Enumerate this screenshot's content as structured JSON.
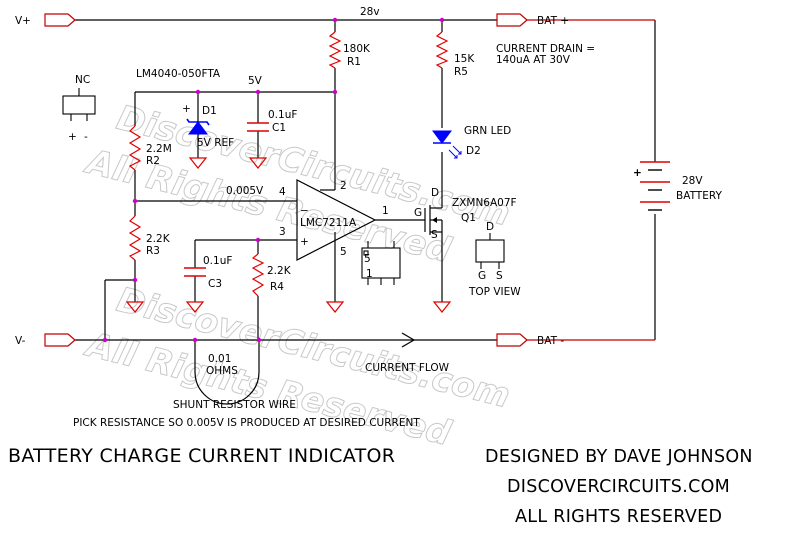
{
  "watermark": {
    "line1": "DiscoverCircuits.com",
    "line2": "All Rights Reserved"
  },
  "rails": {
    "vplus": "V+",
    "vminus": "V-",
    "top_voltage": "28v",
    "bat_plus": "BAT +",
    "bat_minus": "BAT -"
  },
  "notes": {
    "current_drain_1": "CURRENT DRAIN =",
    "current_drain_2": "140uA AT 30V",
    "current_flow": "CURRENT FLOW",
    "shunt_1": "SHUNT RESISTOR WIRE",
    "shunt_2": "PICK RESISTANCE SO 0.005V IS PRODUCED AT DESIRED CURRENT",
    "node_005": "0.005V",
    "node_5v": "5V",
    "lm4040": "LM4040-050FTA",
    "nc": "NC",
    "pkg_plus": "+",
    "pkg_minus": "-",
    "top_view": "TOP VIEW",
    "pin_d": "D",
    "pin_g": "G",
    "pin_s": "S",
    "pin_g2": "G",
    "pin_s2": "S",
    "pin_d2": "D",
    "ic_pin5": "5",
    "ic_pin1": "1"
  },
  "components": {
    "r1_value": "180K",
    "r1_ref": "R1",
    "r2_value": "2.2M",
    "r2_ref": "R2",
    "r3_value": "2.2K",
    "r3_ref": "R3",
    "r4_value": "2.2K",
    "r4_ref": "R4",
    "r5_value": "15K",
    "r5_ref": "R5",
    "d1_ref": "D1",
    "d1_value": "5V REF",
    "c1_value": "0.1uF",
    "c1_ref": "C1",
    "c3_value": "0.1uF",
    "c3_ref": "C3",
    "led_value": "GRN LED",
    "led_ref": "D2",
    "opamp": "LMC7211A",
    "opamp_pin4": "4",
    "opamp_pin3": "3",
    "opamp_pin2": "2",
    "opamp_pin5": "5",
    "opamp_pin1": "1",
    "opamp_minus": "−",
    "opamp_plus": "+",
    "mosfet_part": "ZXMN6A07F",
    "mosfet_ref": "Q1",
    "battery_value": "28V",
    "battery_label": "BATTERY",
    "battery_plus": "+",
    "shunt_value": "0.01",
    "shunt_unit": "OHMS"
  },
  "footer": {
    "title": "BATTERY CHARGE CURRENT INDICATOR",
    "designer": "DESIGNED BY DAVE JOHNSON",
    "site": "DISCOVERCIRCUITS.COM",
    "rights": "ALL RIGHTS RESERVED"
  },
  "colors": {
    "wire": "#000000",
    "node": "#cc00cc",
    "component": "#ff0000",
    "zener": "#0000ff",
    "led": "#0000ff",
    "watermark": "#c9c9c9"
  }
}
